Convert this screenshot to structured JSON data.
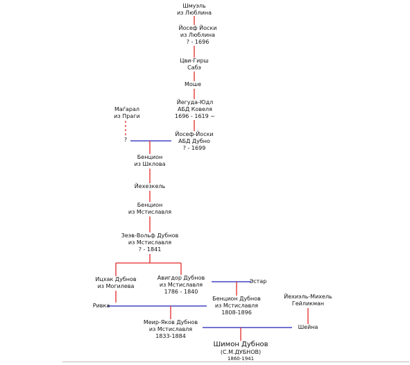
{
  "colors": {
    "parent_link": "#e32626",
    "marriage_link": "#1f1fb8",
    "dashed_link": "#e32626",
    "text": "#111111"
  },
  "people": {
    "shmuel": [
      "Шмуэль",
      "из Люблина"
    ],
    "yosef_yoski_1": [
      "Йосеф Йоски",
      "из Люблина",
      "? - 1696"
    ],
    "tsvi_girsh": [
      "Цви-Гирш",
      "Сабэ"
    ],
    "moshe": [
      "Моше"
    ],
    "yeguda_yudl": [
      "Йегуда-Юдл",
      "АБД Ковеля",
      "1696 - 1619 ~"
    ],
    "magaral": [
      "Маѓарал",
      "из Праги"
    ],
    "unknown": [
      "?"
    ],
    "yosef_yoski_2": [
      "Йосеф-Йоски",
      "АБД Дубно",
      "? - 1699"
    ],
    "bentsion_shklov": [
      "Бенцион",
      "из Шклова"
    ],
    "yekhezkel": [
      "Йехезкель"
    ],
    "bentsion_mstislavl": [
      "Бенцион",
      "из Мстиславля"
    ],
    "zeev_volf": [
      "Зеэв-Вольф Дубнов",
      "из Мстиславля",
      "? - 1841"
    ],
    "itskhak": [
      "Ицхак Дубнов",
      "из Могилева"
    ],
    "avigdor": [
      "Авигдор Дубнов",
      "из Мстиславля",
      "1786 - 1840"
    ],
    "estar": [
      "Эстар"
    ],
    "rivka": [
      "Ривка"
    ],
    "bentsion_dubnov": [
      "Бенцион Дубнов",
      "из Мстиславля",
      "1808-1896"
    ],
    "yekhiel_mikhel": [
      "Йехиэль-Михель",
      "Гейликман"
    ],
    "meir_yakov": [
      "Меир-Яков Дубнов",
      "из Мстиславля",
      "1833-1884"
    ],
    "sheyna": [
      "Шейна"
    ],
    "shimon_name": "Шимон Дубнов",
    "shimon_alias": "(С.М.ДУБНОВ)",
    "shimon_years": "1860-1941"
  }
}
